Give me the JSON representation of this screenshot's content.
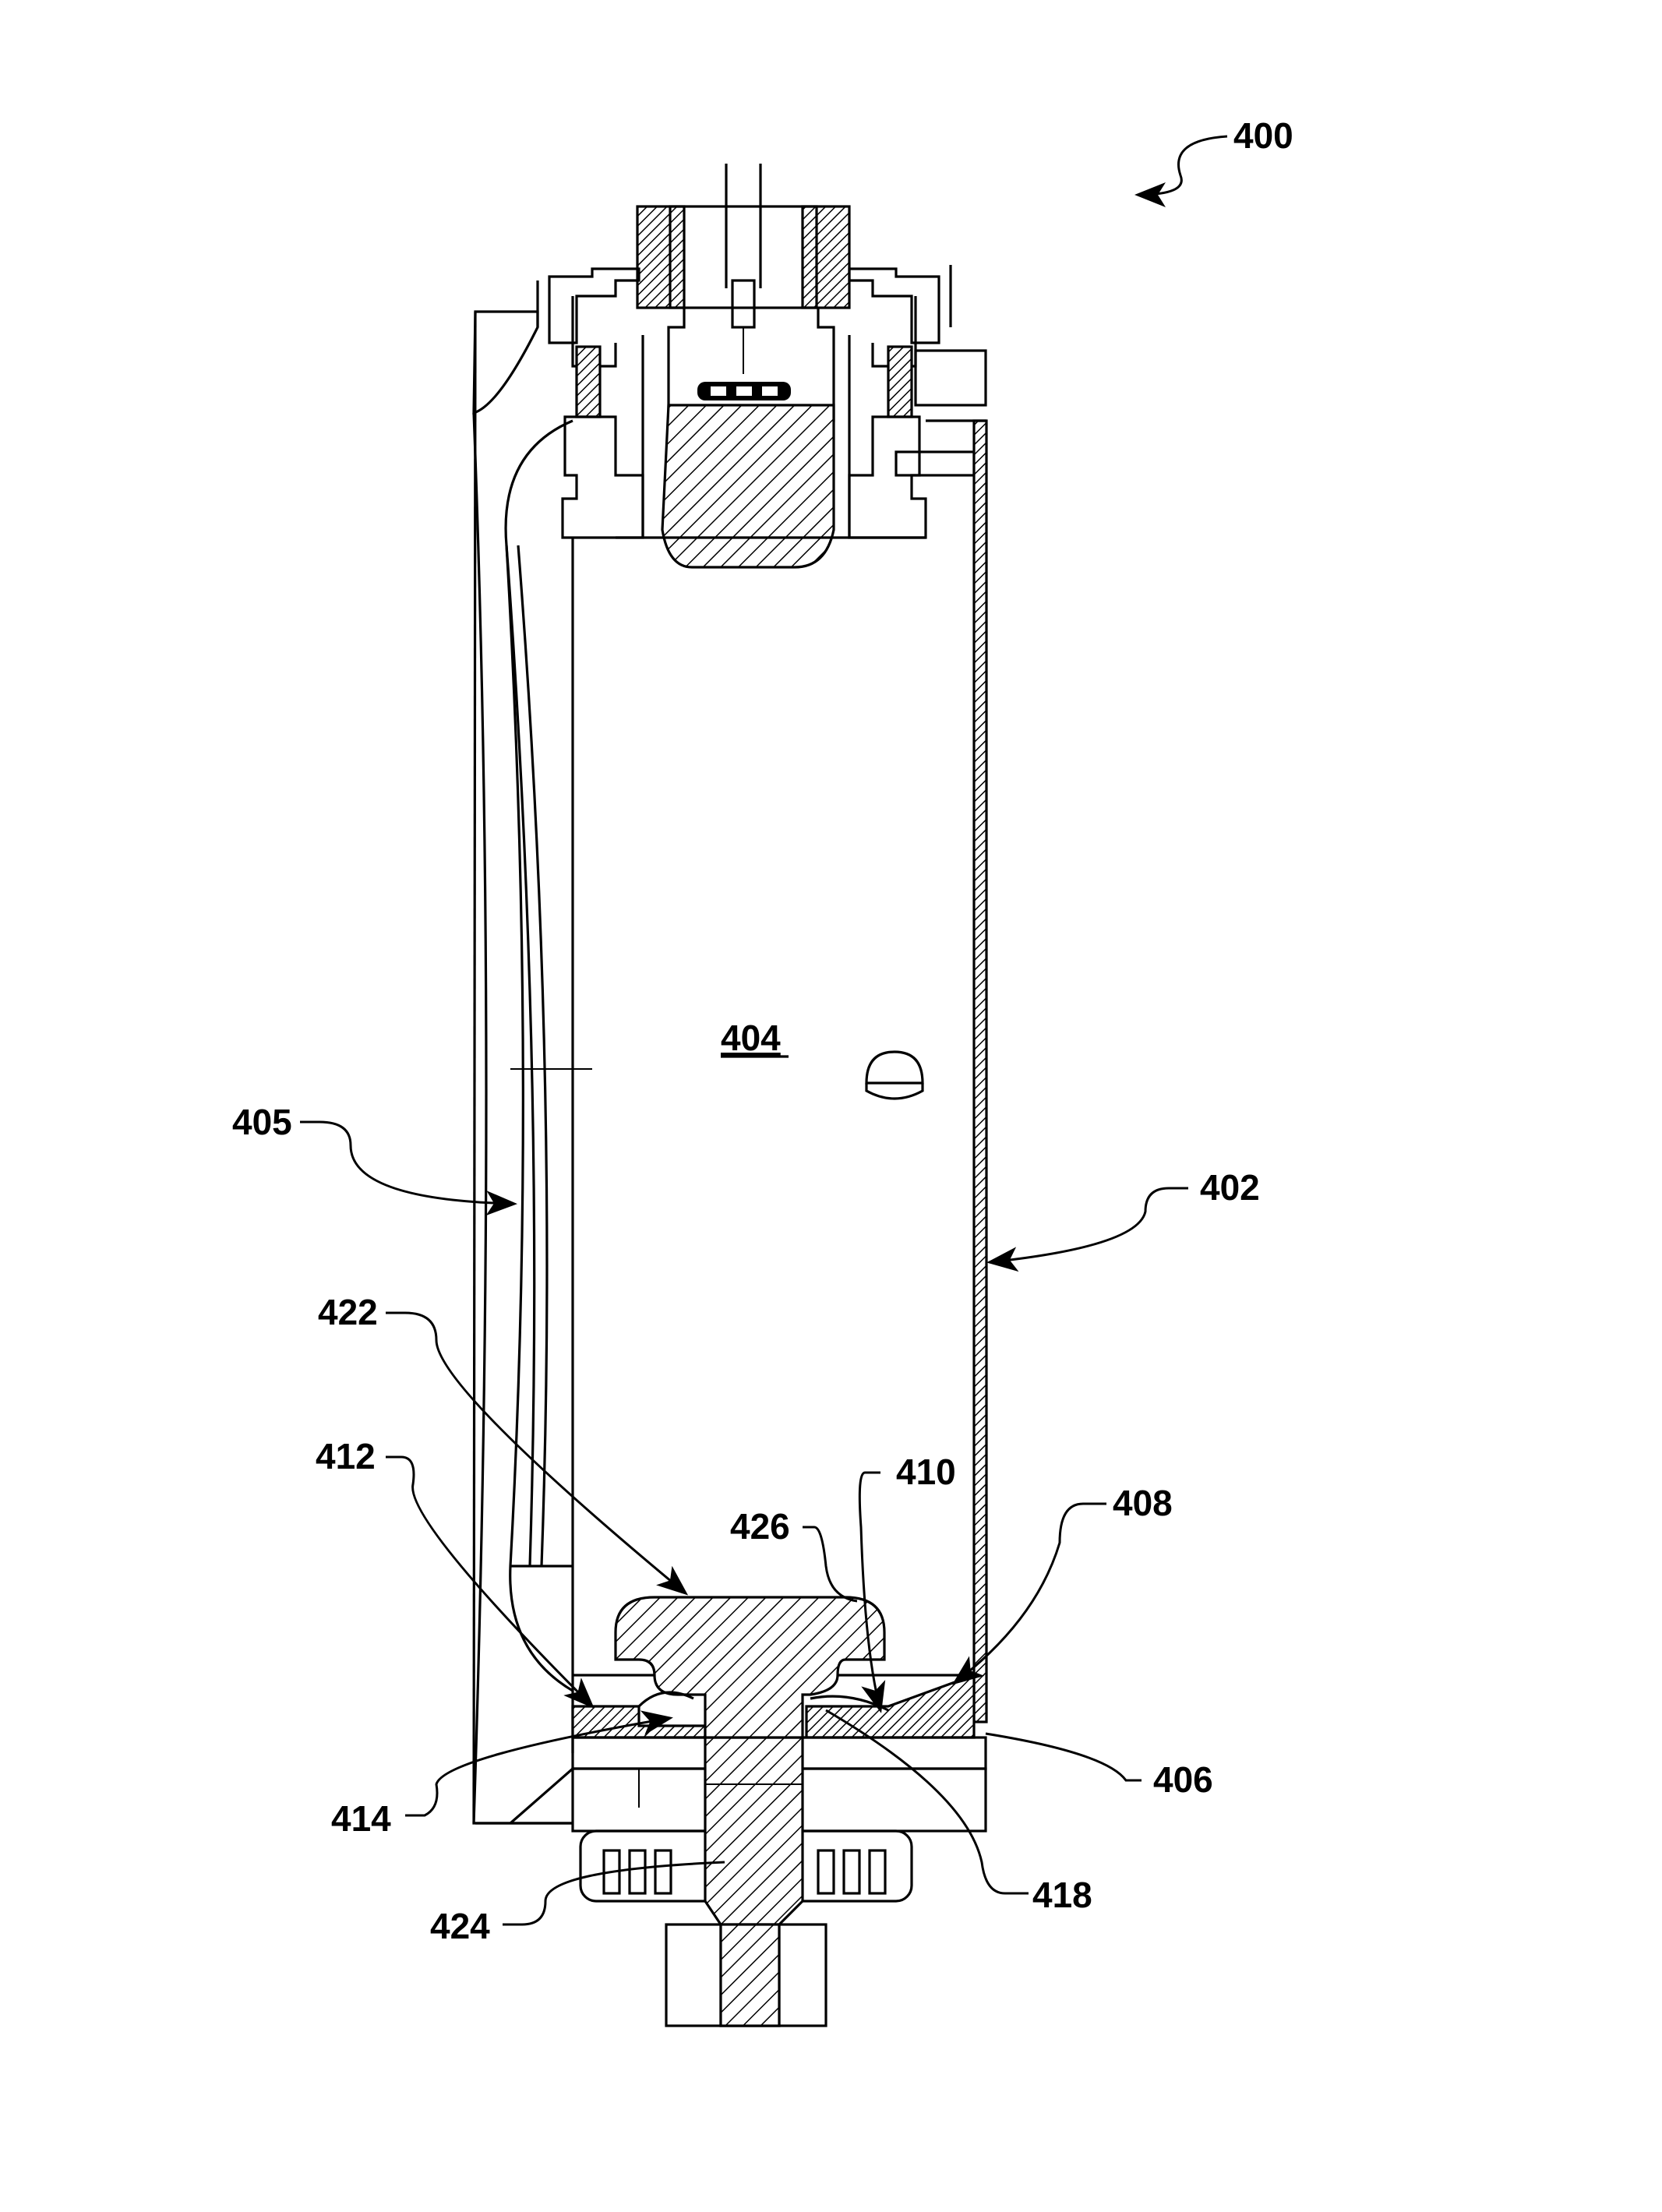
{
  "figure": {
    "ref_numerals": {
      "r400": "400",
      "r402": "402",
      "r404": "404",
      "r405": "405",
      "r406": "406",
      "r408": "408",
      "r410": "410",
      "r412": "412",
      "r414": "414",
      "r418": "418",
      "r422": "422",
      "r424": "424",
      "r426": "426"
    }
  }
}
